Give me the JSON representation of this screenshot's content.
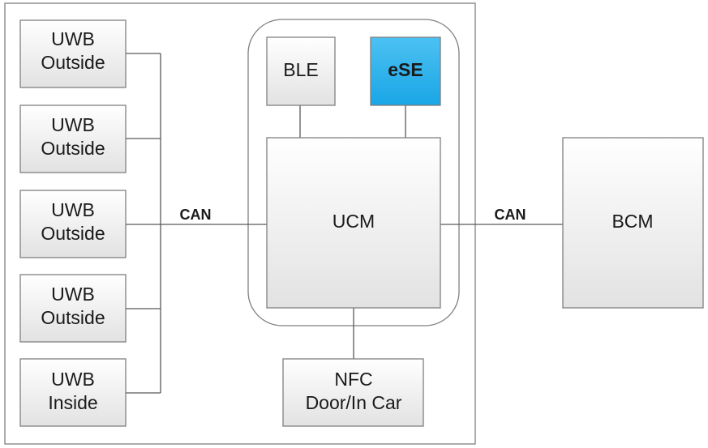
{
  "nodes": {
    "uwb_1": {
      "lines": [
        "UWB",
        "Outside"
      ]
    },
    "uwb_2": {
      "lines": [
        "UWB",
        "Outside"
      ]
    },
    "uwb_3": {
      "lines": [
        "UWB",
        "Outside"
      ]
    },
    "uwb_4": {
      "lines": [
        "UWB",
        "Outside"
      ]
    },
    "uwb_5": {
      "lines": [
        "UWB",
        "Inside"
      ]
    },
    "ble": {
      "lines": [
        "BLE"
      ]
    },
    "ese": {
      "lines": [
        "eSE"
      ]
    },
    "ucm": {
      "lines": [
        "UCM"
      ]
    },
    "nfc": {
      "lines": [
        "NFC",
        "Door/In Car"
      ]
    },
    "bcm": {
      "lines": [
        "BCM"
      ]
    }
  },
  "links": {
    "left_bus": "CAN",
    "right_bus": "CAN"
  },
  "colors": {
    "box_fill_top": "#ffffff",
    "box_fill_bottom": "#e2e2e2",
    "highlight_fill_top": "#4cc1f2",
    "highlight_fill_bottom": "#1aa6e6",
    "border": "#7f7f7f",
    "wire": "#595959"
  }
}
